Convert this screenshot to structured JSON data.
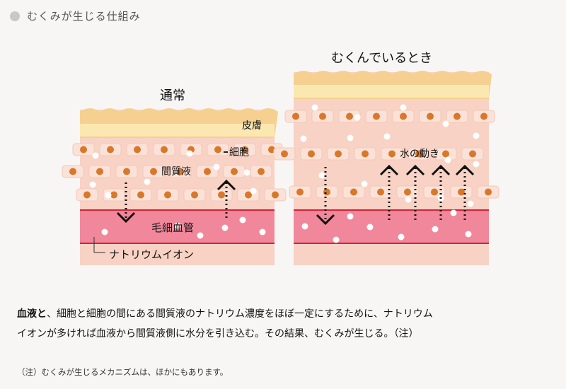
{
  "header": {
    "title": "むくみが生じる仕組み"
  },
  "normal": {
    "title": "通常",
    "labels": {
      "skin": "皮膚",
      "cell": "細胞",
      "interstitial": "間質液",
      "capillary": "毛細血管",
      "sodium": "ナトリウムイオン"
    }
  },
  "swollen": {
    "title": "むくんでいるとき",
    "labels": {
      "water": "水の動き"
    }
  },
  "body": {
    "line1_bold": "血液と",
    "line1_rest": "、細胞と細胞の間にある間質液のナトリウム濃度をほぼ一定にするために、ナトリウム",
    "line2": "イオンが多ければ血液から間質液側に水分を引き込む。その結果、むくみが生じる。（注）"
  },
  "footnote": "（注）むくみが生じるメカニズムは、ほかにもあります。",
  "colors": {
    "skin_top": "#f6d090",
    "skin_band": "#fbe8b0",
    "tissue": "#f8d2c4",
    "cell_fill": "#fbe2d8",
    "nucleus": "#d9772a",
    "vessel": "#f0879a",
    "vessel_line": "#d6223a"
  }
}
